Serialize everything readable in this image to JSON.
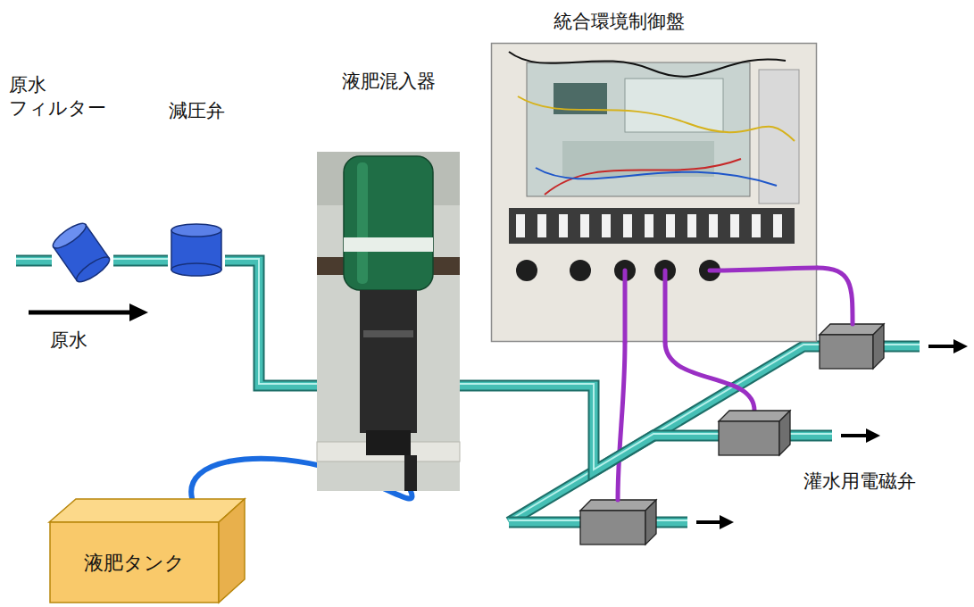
{
  "diagram": {
    "nodes": [
      {
        "text": [
          "原水 フィルター"
        ]
      },
      {
        "text": [
          "減圧弁"
        ]
      },
      {
        "text": [
          "液肥混入器"
        ]
      },
      {
        "text": [
          "統合環境制御盤"
        ]
      },
      {
        "text": [
          "灌水用電磁弁"
        ]
      },
      {
        "text": [
          "液肥タンク"
        ]
      }
    ],
    "edges": [
      {
        "from": 0,
        "to": 1,
        "arrow": "none"
      },
      {
        "from": 1,
        "to": 2,
        "arrow": "none"
      },
      {
        "from": 5,
        "to": 2,
        "arrow": "none"
      },
      {
        "from": 2,
        "to": 4,
        "arrow": "none"
      },
      {
        "from": 3,
        "to": 4,
        "arrow": "none"
      }
    ],
    "labels": [
      "原水"
    ]
  }
}
